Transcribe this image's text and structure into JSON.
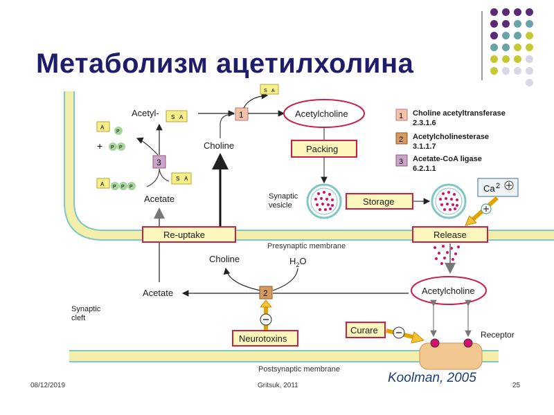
{
  "slide": {
    "title": "Метаболизм ацетилхолина",
    "footer_date": "08/12/2019",
    "footer_author": "Gritsuk, 2011",
    "page_number": "25",
    "credit": "Koolman, 2005"
  },
  "diagram": {
    "acetyl_label": "Acetyl-",
    "plus_sign": "+",
    "choline_top": "Choline",
    "acetate_top": "Acetate",
    "acetylcholine_top": "Acetylcholine",
    "packing": "Packing",
    "synaptic_vesicle": [
      "Synaptic",
      "vesicle"
    ],
    "storage": "Storage",
    "reuptake": "Re-uptake",
    "release": "Release",
    "presynaptic_membrane": "Presynaptic membrane",
    "choline_cleft": "Choline",
    "water": "H",
    "water_sub": "2",
    "water_o": "O",
    "acetate_cleft": "Acetate",
    "synaptic_cleft": [
      "Synaptic",
      "cleft"
    ],
    "acetylcholine_cleft": "Acetylcholine",
    "neurotoxins": "Neurotoxins",
    "curare": "Curare",
    "receptor": "Receptor",
    "postsynaptic_membrane": "Postsynaptic membrane",
    "calcium": "Ca",
    "calcium_charge": "2",
    "coa_s": "S",
    "coa_a": "A",
    "phosphate": "P",
    "enzymes": [
      {
        "num": "1",
        "name": "Choline acetyltransferase",
        "ec": "2.3.1.6"
      },
      {
        "num": "2",
        "name": "Acetylcholinesterase",
        "ec": "3.1.1.7"
      },
      {
        "num": "3",
        "name": "Acetate-CoA ligase",
        "ec": "6.2.1.1"
      }
    ]
  },
  "colors": {
    "title": "#1f1d6b",
    "enzyme1": "#f4c2a6",
    "enzyme2": "#d59a5c",
    "enzyme3": "#c9a6c9",
    "box_fill": "#fdf6bd",
    "box_border": "#cc1f48",
    "membrane": "#f3efab",
    "vesicle": "#7fc6c6",
    "ach_dot": "#d40f6f"
  }
}
